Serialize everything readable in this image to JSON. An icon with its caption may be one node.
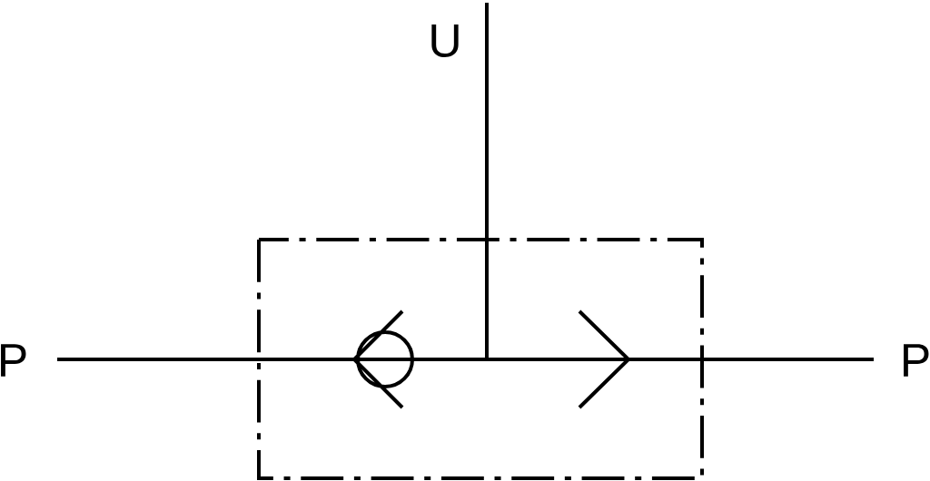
{
  "diagram": {
    "labels": [
      "U",
      "P",
      "P"
    ]
  }
}
